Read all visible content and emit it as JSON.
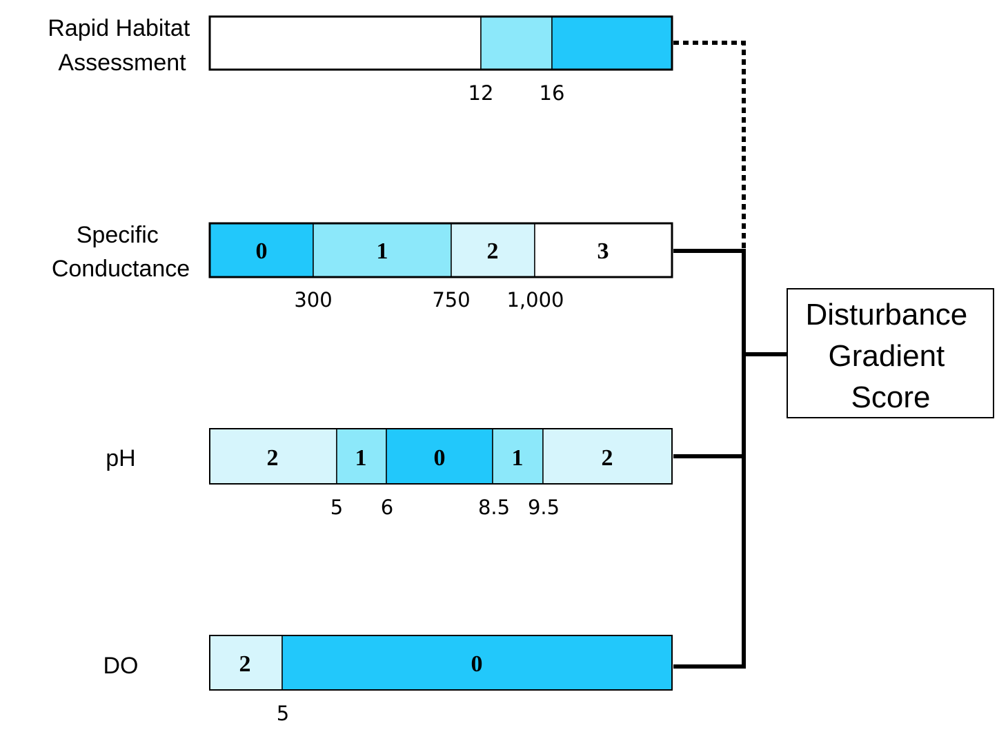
{
  "colors": {
    "score_0": "#22c8fb",
    "score_1": "#8ce8fa",
    "score_2": "#d6f5fc",
    "score_3": "#ffffff",
    "line": "#000000"
  },
  "rows": [
    {
      "label_lines": [
        "Rapid Habitat",
        "Assessment"
      ],
      "segments": [
        {
          "score": "",
          "color_key": "score_3"
        },
        {
          "score": "",
          "color_key": "score_1"
        },
        {
          "score": "",
          "color_key": "score_0"
        }
      ],
      "breakpoints": [
        "12",
        "16"
      ],
      "connector": "dotted"
    },
    {
      "label_lines": [
        "Specific",
        "Conductance"
      ],
      "segments": [
        {
          "score": "0",
          "color_key": "score_0"
        },
        {
          "score": "1",
          "color_key": "score_1"
        },
        {
          "score": "2",
          "color_key": "score_2"
        },
        {
          "score": "3",
          "color_key": "score_3"
        }
      ],
      "breakpoints": [
        "300",
        "750",
        "1,000"
      ],
      "connector": "solid"
    },
    {
      "label_lines": [
        "pH"
      ],
      "segments": [
        {
          "score": "2",
          "color_key": "score_2"
        },
        {
          "score": "1",
          "color_key": "score_1"
        },
        {
          "score": "0",
          "color_key": "score_0"
        },
        {
          "score": "1",
          "color_key": "score_1"
        },
        {
          "score": "2",
          "color_key": "score_2"
        }
      ],
      "breakpoints": [
        "5",
        "6",
        "8.5",
        "9.5"
      ],
      "connector": "solid"
    },
    {
      "label_lines": [
        "DO"
      ],
      "segments": [
        {
          "score": "2",
          "color_key": "score_2"
        },
        {
          "score": "0",
          "color_key": "score_0"
        }
      ],
      "breakpoints": [
        "5"
      ],
      "connector": "solid"
    }
  ],
  "output": {
    "label_lines": [
      "Disturbance",
      "Gradient",
      "Score"
    ]
  }
}
